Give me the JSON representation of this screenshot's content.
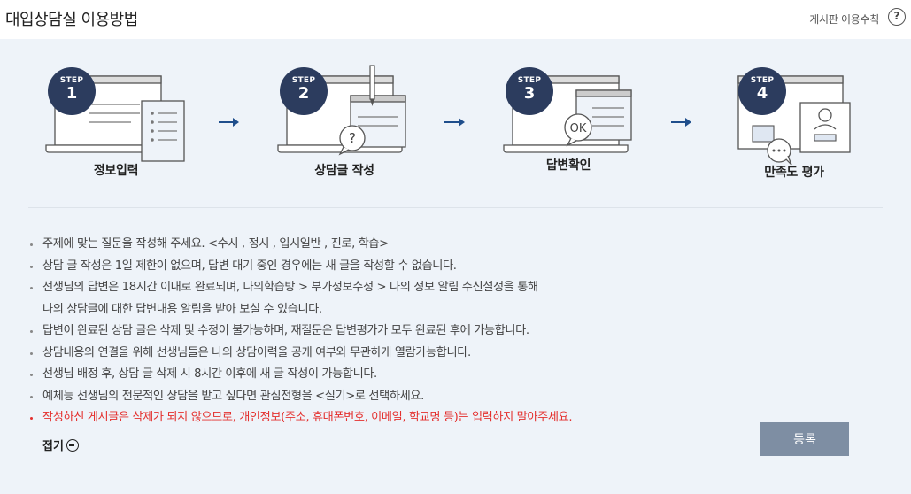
{
  "header": {
    "title": "대입상담실 이용방법",
    "rules_link": "게시판 이용수칙",
    "help_icon": "?"
  },
  "steps": [
    {
      "step_text": "STEP",
      "number": "1",
      "label": "정보입력",
      "icon": "laptop-document-icon"
    },
    {
      "step_text": "STEP",
      "number": "2",
      "label": "상담글 작성",
      "icon": "laptop-question-icon"
    },
    {
      "step_text": "STEP",
      "number": "3",
      "label": "답변확인",
      "icon": "laptop-ok-icon"
    },
    {
      "step_text": "STEP",
      "number": "4",
      "label": "만족도 평가",
      "icon": "window-profile-chat-icon"
    }
  ],
  "ok_text": "OK",
  "question_mark": "?",
  "notes": [
    "주제에 맞는 질문을 작성해 주세요. <수시 , 정시 , 입시일반 , 진로, 학습>",
    "상담 글 작성은 1일 제한이 없으며, 답변 대기 중인 경우에는 새 글을 작성할 수 없습니다.",
    "선생님의 답변은 18시간 이내로 완료되며, 나의학습방 > 부가정보수정 > 나의 정보 알림 수신설정을 통해",
    "나의 상담글에 대한 답변내용 알림을 받아 보실 수 있습니다.",
    "답변이 완료된 상담 글은 삭제 및 수정이 불가능하며, 재질문은 답변평가가 모두 완료된 후에 가능합니다.",
    "상담내용의 연결을 위해 선생님들은 나의 상담이력을 공개 여부와 무관하게 열람가능합니다.",
    "선생님 배정 후, 상담 글 삭제 시 8시간 이후에 새 글 작성이 가능합니다.",
    "예체능 선생님의 전문적인 상담을 받고 싶다면 관심전형을 <실기>로 선택하세요.",
    "작성하신 게시글은 삭제가 되지 않으므로, 개인정보(주소, 휴대폰번호, 이메일, 학교명 등)는 입력하지 말아주세요."
  ],
  "collapse_label": "접기",
  "register_label": "등록",
  "colors": {
    "panel_bg": "#eef3f9",
    "badge_bg": "#2c3c5e",
    "arrow": "#1f4e8c",
    "warning": "#e4302e",
    "register_bg": "#7e8ea3"
  }
}
